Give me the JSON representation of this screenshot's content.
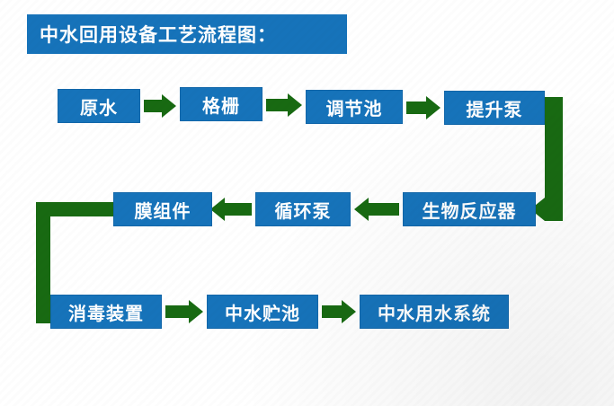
{
  "title": "中水回用设备工艺流程图：",
  "colors": {
    "box_blue": "#1673ba",
    "arrow_green": "#186a12",
    "text": "#ffffff",
    "background": "#ffffff"
  },
  "nodes": {
    "raw_water": "原水",
    "grille": "格栅",
    "regulating_tank": "调节池",
    "lift_pump": "提升泵",
    "bioreactor": "生物反应器",
    "circulation_pump": "循环泵",
    "membrane_module": "膜组件",
    "disinfection_device": "消毒装置",
    "reclaimed_water_storage": "中水贮池",
    "reclaimed_water_usage_system": "中水用水系统"
  },
  "flow_sequence": [
    "原水",
    "格栅",
    "调节池",
    "提升泵",
    "生物反应器",
    "循环泵",
    "膜组件",
    "消毒装置",
    "中水贮池",
    "中水用水系统"
  ]
}
